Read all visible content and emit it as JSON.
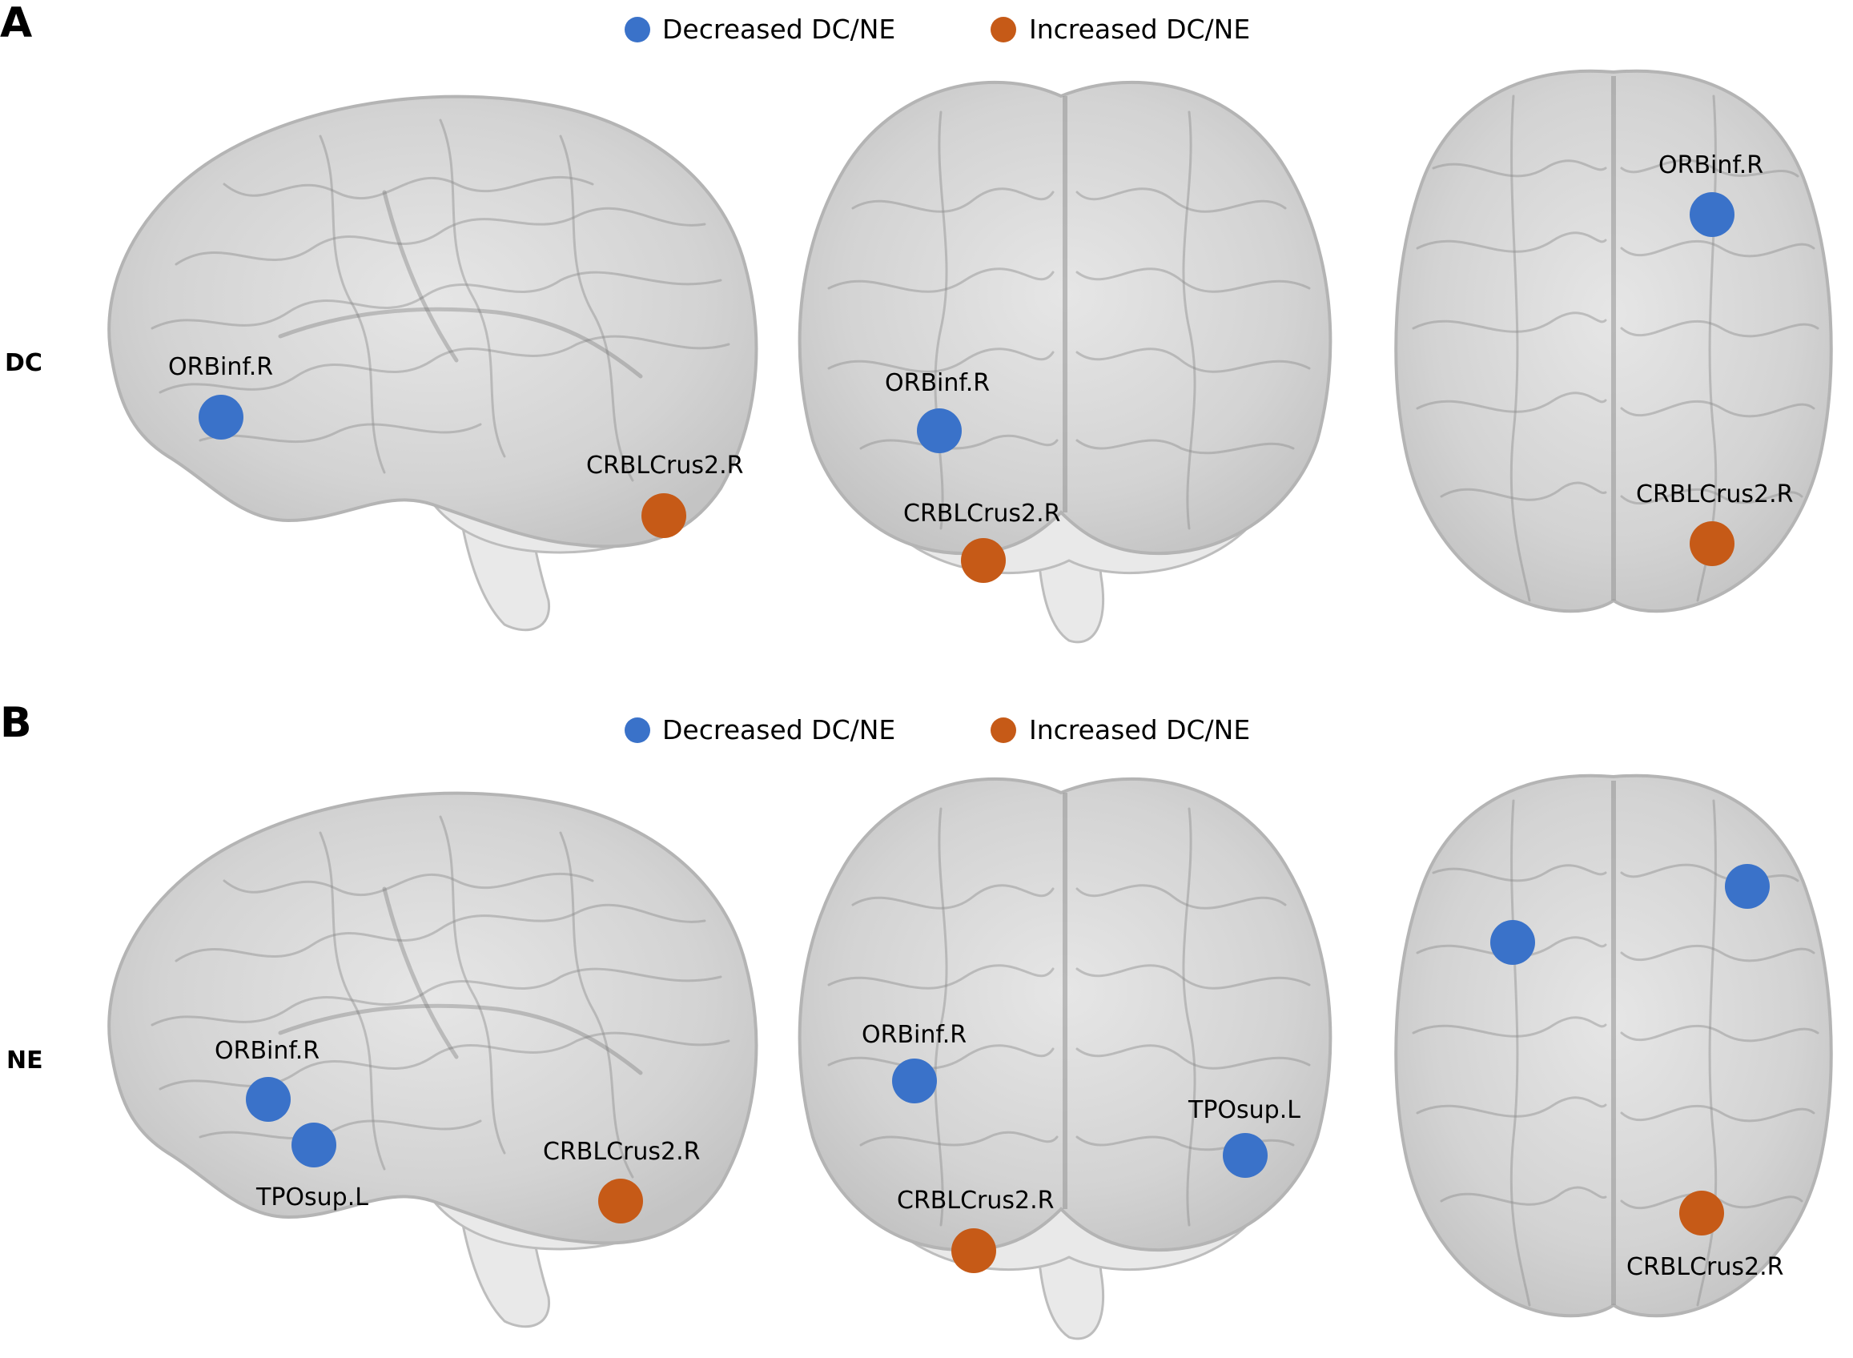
{
  "colors": {
    "decreased": "#3a72c9",
    "increased": "#c65a17"
  },
  "panels": [
    {
      "letter": "A",
      "row_label": "DC",
      "legend": {
        "decreased_label": "Decreased DC/NE",
        "increased_label": "Increased DC/NE"
      },
      "views": [
        {
          "view": "sagittal",
          "markers": [
            {
              "type": "decreased",
              "label": "ORBinf.R"
            },
            {
              "type": "increased",
              "label": "CRBLCrus2.R"
            }
          ]
        },
        {
          "view": "coronal",
          "markers": [
            {
              "type": "decreased",
              "label": "ORBinf.R"
            },
            {
              "type": "increased",
              "label": "CRBLCrus2.R"
            }
          ]
        },
        {
          "view": "axial",
          "markers": [
            {
              "type": "decreased",
              "label": "ORBinf.R"
            },
            {
              "type": "increased",
              "label": "CRBLCrus2.R"
            }
          ]
        }
      ]
    },
    {
      "letter": "B",
      "row_label": "NE",
      "legend": {
        "decreased_label": "Decreased DC/NE",
        "increased_label": "Increased DC/NE"
      },
      "views": [
        {
          "view": "sagittal",
          "markers": [
            {
              "type": "decreased",
              "label": "ORBinf.R"
            },
            {
              "type": "decreased",
              "label": "TPOsup.L"
            },
            {
              "type": "increased",
              "label": "CRBLCrus2.R"
            }
          ]
        },
        {
          "view": "coronal",
          "markers": [
            {
              "type": "decreased",
              "label": "ORBinf.R"
            },
            {
              "type": "decreased",
              "label": "TPOsup.L"
            },
            {
              "type": "increased",
              "label": "CRBLCrus2.R"
            }
          ]
        },
        {
          "view": "axial",
          "markers": [
            {
              "type": "decreased",
              "label": ""
            },
            {
              "type": "decreased",
              "label": ""
            },
            {
              "type": "increased",
              "label": "CRBLCrus2.R"
            }
          ]
        }
      ]
    }
  ]
}
